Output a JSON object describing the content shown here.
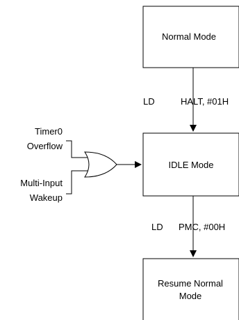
{
  "states": {
    "normal": "Normal Mode",
    "idle": "IDLE Mode",
    "resume_line1": "Resume Normal",
    "resume_line2": "Mode"
  },
  "transitions": {
    "to_idle": {
      "op": "LD",
      "args": "HALT, #01H"
    },
    "to_resume": {
      "op": "LD",
      "args": "PMC, #00H"
    }
  },
  "inputs": {
    "timer_line1": "Timer0",
    "timer_line2": "Overflow",
    "mi_line1": "Multi-Input",
    "mi_line2": "Wakeup"
  },
  "gate": "or-gate-icon"
}
